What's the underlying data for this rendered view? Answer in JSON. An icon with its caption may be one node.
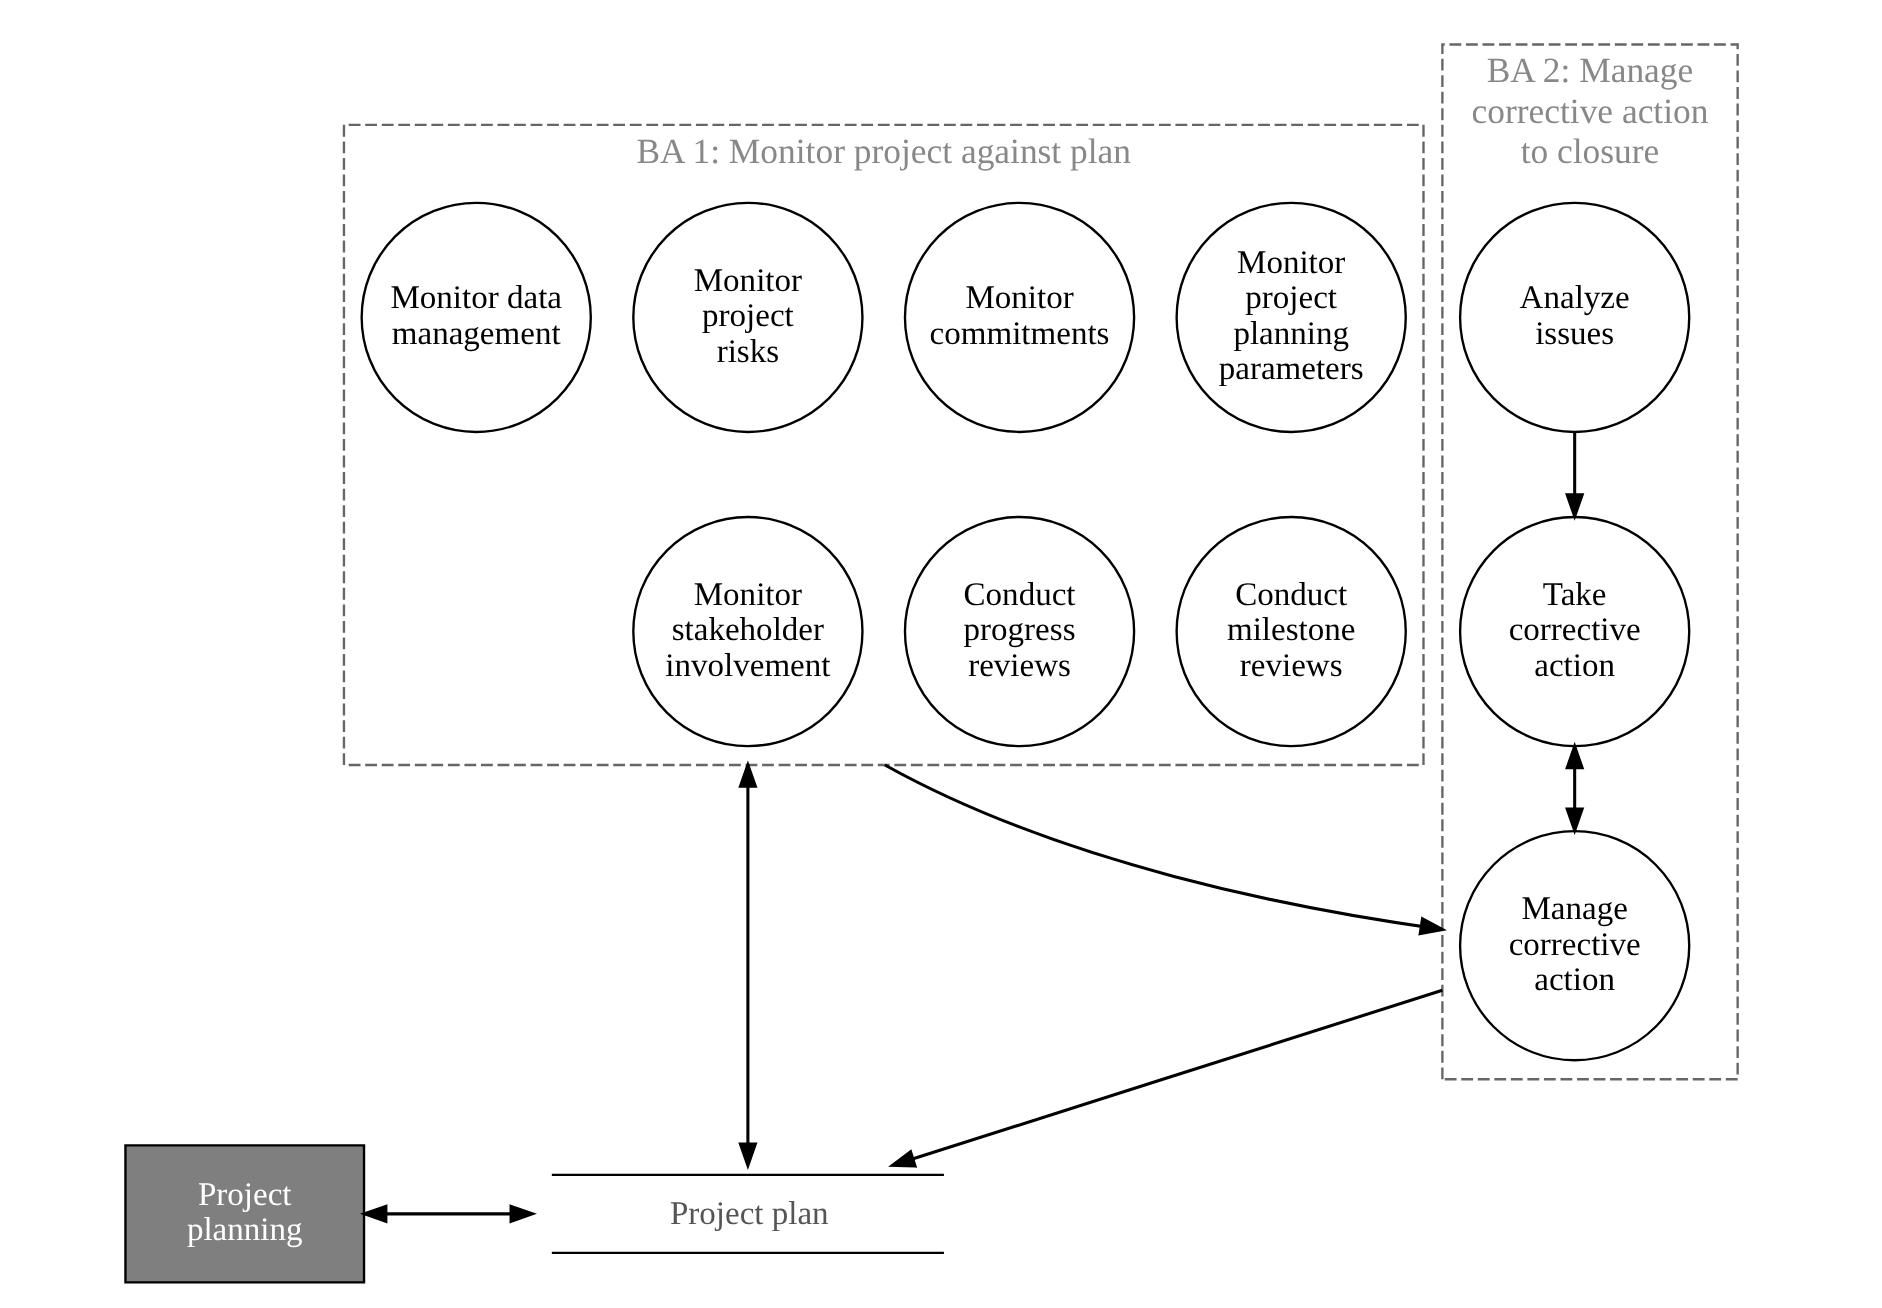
{
  "diagram": {
    "nodes": [
      {
        "text": [
          "BA 1: Monitor project against plan"
        ]
      },
      {
        "text": [
          "Monitor project planning parameters"
        ],
        "in": 0
      },
      {
        "text": [
          "Monitor commitments"
        ],
        "in": 0
      },
      {
        "text": [
          "Monitor project risks"
        ],
        "in": 0
      },
      {
        "text": [
          "Monitor data management"
        ],
        "in": 0
      },
      {
        "text": [
          "Conduct milestone reviews"
        ],
        "in": 0
      },
      {
        "text": [
          "Conduct progress reviews"
        ],
        "in": 0
      },
      {
        "text": [
          "Monitor stakeholder involvement"
        ],
        "in": 0
      },
      {
        "text": [
          "BA 2: Manage corrective action to closure"
        ]
      },
      {
        "text": [
          "Analyze issues"
        ],
        "in": 8
      },
      {
        "text": [
          "Take corrective action"
        ],
        "in": 8
      },
      {
        "text": [
          "Manage corrective action"
        ],
        "in": 8
      },
      {
        "text": [
          "Project planning"
        ]
      },
      {
        "text": [
          "Project plan"
        ]
      }
    ],
    "edges": [
      {
        "from": 0,
        "to": 8,
        "arrow": "to"
      },
      {
        "from": 9,
        "to": 10,
        "arrow": "to"
      },
      {
        "from": 10,
        "to": 11,
        "arrow": "both"
      },
      {
        "from": 0,
        "to": 13,
        "arrow": "both"
      },
      {
        "from": 12,
        "to": 13,
        "arrow": "both"
      },
      {
        "from": 8,
        "to": 13,
        "arrow": "to"
      }
    ]
  }
}
